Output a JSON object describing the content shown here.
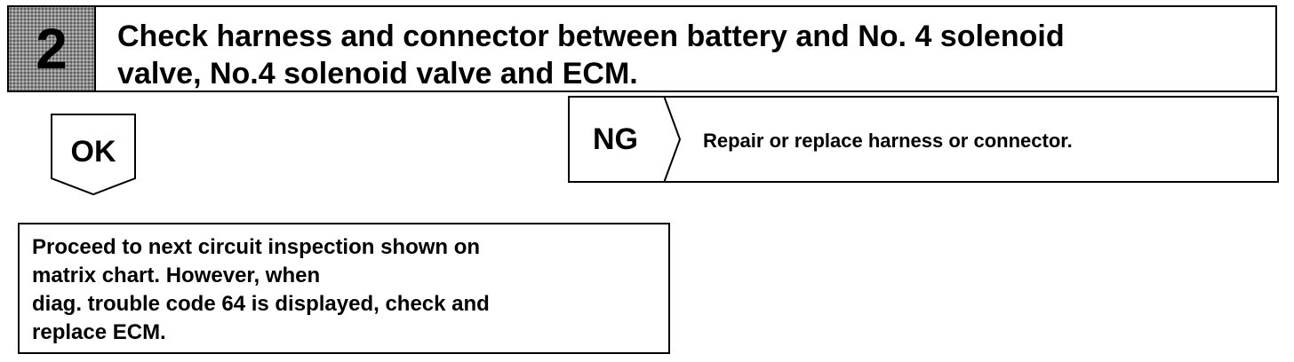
{
  "step": {
    "number": "2",
    "title_line1": "Check harness and connector between battery and No. 4 solenoid",
    "title_line2": "valve, No.4 solenoid valve and ECM."
  },
  "ok_branch": {
    "label": "OK",
    "result_lines": [
      "Proceed to next circuit inspection shown on",
      "matrix chart. However, when",
      "diag. trouble code 64 is displayed, check and",
      "replace ECM."
    ]
  },
  "ng_branch": {
    "label": "NG",
    "action": "Repair or replace harness or connector."
  }
}
